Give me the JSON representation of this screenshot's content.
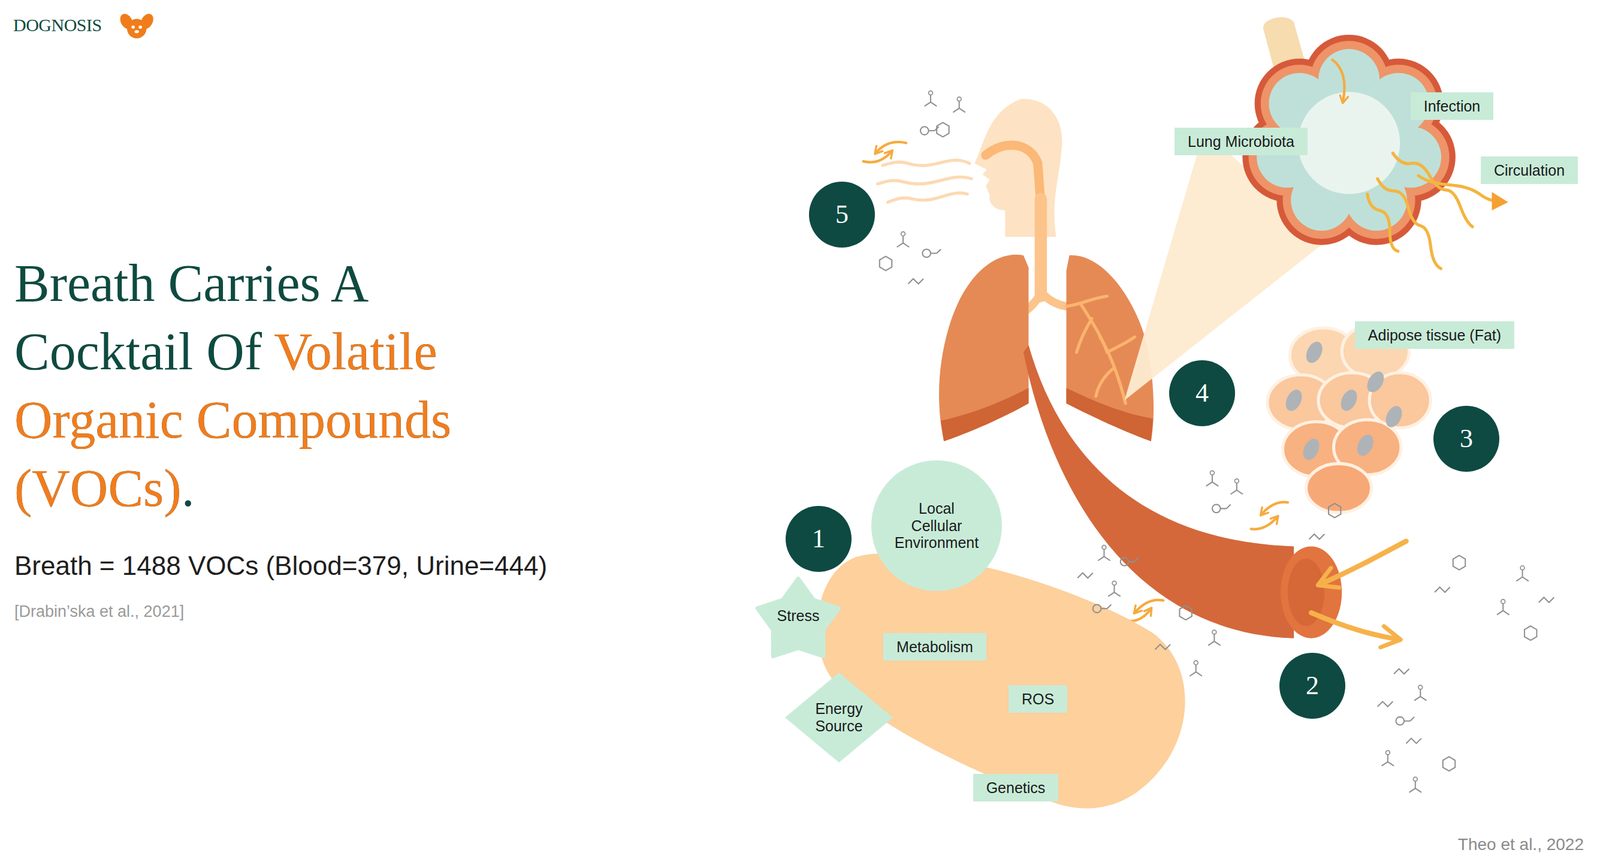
{
  "diagram": {
    "title": "Breath Carries A Cocktail Of Volatile Organic Compounds (VOCs).",
    "nodes": [
      {
        "text": [
          "Infection"
        ]
      },
      {
        "text": [
          "Lung Microbiota"
        ]
      },
      {
        "text": [
          "Circulation"
        ]
      },
      {
        "text": [
          "5"
        ]
      },
      {
        "text": [
          "Adipose tissue (Fat)"
        ]
      },
      {
        "text": [
          "4"
        ]
      },
      {
        "text": [
          "3"
        ]
      },
      {
        "text": [
          "Local Cellular Environment"
        ]
      },
      {
        "text": [
          "1"
        ]
      },
      {
        "text": [
          "Stress"
        ]
      },
      {
        "text": [
          "Metabolism"
        ]
      },
      {
        "text": [
          "2"
        ]
      },
      {
        "text": [
          "ROS"
        ]
      },
      {
        "text": [
          "Energy Source"
        ]
      },
      {
        "text": [
          "Genetics"
        ]
      }
    ],
    "labels": [
      "DOGNOSIS",
      "Breath = 1488 VOCs (Blood=379, Urine=444)",
      "[Drabin’ska et al., 2021]",
      "Theo et al., 2022"
    ]
  }
}
